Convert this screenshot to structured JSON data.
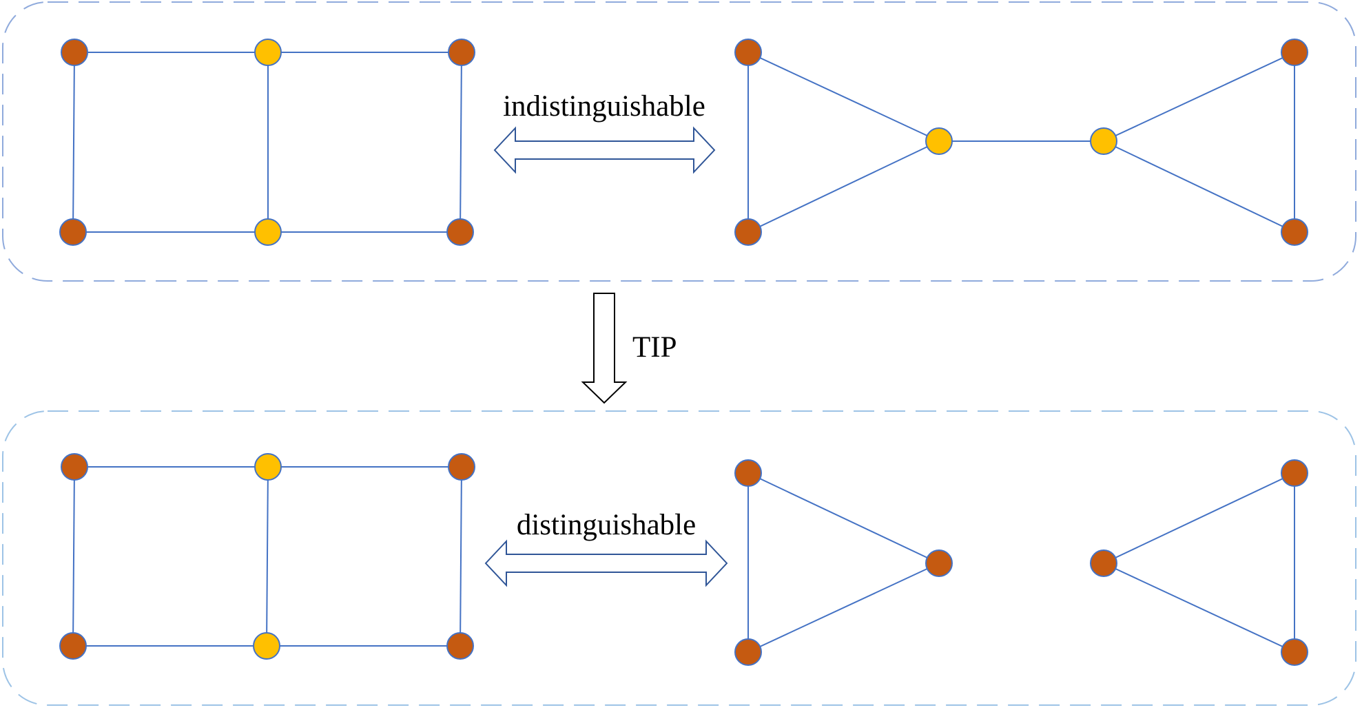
{
  "labels": {
    "top_relation": "indistinguishable",
    "transform": "TIP",
    "bottom_relation": "distinguishable"
  },
  "colors": {
    "edge": "#4472C4",
    "node_outer": "#C55A11",
    "node_inner": "#FFC000",
    "node_stroke": "#4472C4",
    "box_top": "#8FAADC",
    "box_bottom": "#9DC3E6",
    "arrow_stroke": "#2F5597",
    "tip_arrow_stroke": "#000000",
    "text": "#000000"
  },
  "graphs": {
    "top_left": {
      "nodes": [
        {
          "id": "a",
          "kind": "outer"
        },
        {
          "id": "b",
          "kind": "inner"
        },
        {
          "id": "c",
          "kind": "outer"
        },
        {
          "id": "d",
          "kind": "outer"
        },
        {
          "id": "e",
          "kind": "inner"
        },
        {
          "id": "f",
          "kind": "outer"
        }
      ],
      "edges": [
        [
          "a",
          "b"
        ],
        [
          "b",
          "c"
        ],
        [
          "d",
          "e"
        ],
        [
          "e",
          "f"
        ],
        [
          "a",
          "d"
        ],
        [
          "b",
          "e"
        ],
        [
          "c",
          "f"
        ]
      ]
    },
    "top_right": {
      "nodes": [
        {
          "id": "a",
          "kind": "outer"
        },
        {
          "id": "b",
          "kind": "outer"
        },
        {
          "id": "c",
          "kind": "inner"
        },
        {
          "id": "d",
          "kind": "inner"
        },
        {
          "id": "e",
          "kind": "outer"
        },
        {
          "id": "f",
          "kind": "outer"
        }
      ],
      "edges": [
        [
          "a",
          "b"
        ],
        [
          "a",
          "c"
        ],
        [
          "b",
          "c"
        ],
        [
          "c",
          "d"
        ],
        [
          "d",
          "e"
        ],
        [
          "d",
          "f"
        ],
        [
          "e",
          "f"
        ]
      ]
    },
    "bottom_left": {
      "nodes": [
        {
          "id": "a",
          "kind": "outer"
        },
        {
          "id": "b",
          "kind": "inner"
        },
        {
          "id": "c",
          "kind": "outer"
        },
        {
          "id": "d",
          "kind": "outer"
        },
        {
          "id": "e",
          "kind": "inner"
        },
        {
          "id": "f",
          "kind": "outer"
        }
      ],
      "edges": [
        [
          "a",
          "b"
        ],
        [
          "b",
          "c"
        ],
        [
          "d",
          "e"
        ],
        [
          "e",
          "f"
        ],
        [
          "a",
          "d"
        ],
        [
          "b",
          "e"
        ],
        [
          "c",
          "f"
        ]
      ]
    },
    "bottom_right": {
      "nodes": [
        {
          "id": "a",
          "kind": "outer"
        },
        {
          "id": "b",
          "kind": "outer"
        },
        {
          "id": "c",
          "kind": "outer"
        },
        {
          "id": "d",
          "kind": "outer"
        },
        {
          "id": "e",
          "kind": "outer"
        },
        {
          "id": "f",
          "kind": "outer"
        }
      ],
      "edges": [
        [
          "a",
          "b"
        ],
        [
          "a",
          "c"
        ],
        [
          "b",
          "c"
        ],
        [
          "d",
          "e"
        ],
        [
          "d",
          "f"
        ],
        [
          "e",
          "f"
        ]
      ]
    }
  }
}
